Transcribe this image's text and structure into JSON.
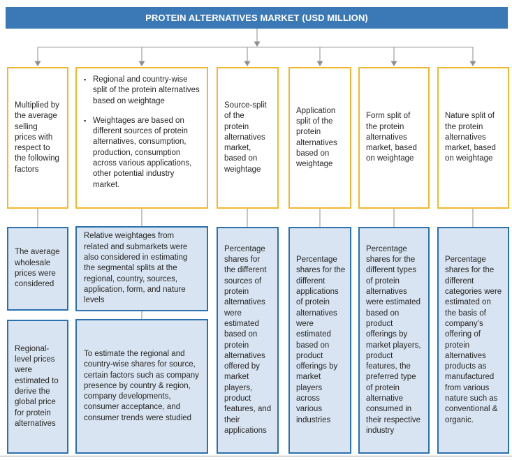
{
  "header": {
    "title": "PROTEIN ALTERNATIVES MARKET (USD MILLION)"
  },
  "bullet_char": "▪",
  "colors": {
    "header_bg": "#3A78B6",
    "header_text": "#FFFFFF",
    "accent_yellow": "#EFB92F",
    "panel_blue_fill": "#D8E4F1",
    "panel_blue_border": "#2B71AD",
    "connector_gray": "#A6A6A6",
    "arrow_gray": "#8F8F8F",
    "bottom_rule": "#C4C4C4",
    "text_dark": "#262626"
  },
  "columns": [
    {
      "top": {
        "text": "Multiplied by the average selling prices with respect to the following factors"
      },
      "middle": {
        "text": "The average wholesale prices were considered"
      },
      "bottom": {
        "text": "Regional-level prices were estimated to derive the global price for protein alternatives"
      }
    },
    {
      "top": {
        "bullets": [
          "Regional and country-wise split of the protein alternatives based on weightage",
          "Weightages are based on different sources of protein alternatives, consumption, production, consumption across various applications, other potential industry market."
        ]
      },
      "middle": {
        "text": "Relative weightages from related and submarkets were also considered in estimating the segmental splits at the regional, country, sources, application, form, and nature levels"
      },
      "bottom": {
        "text": "To estimate the regional and country-wise shares for source, certain factors such as company presence by country & region, company developments, consumer acceptance, and consumer trends were studied"
      }
    },
    {
      "top": {
        "text": "Source-split of the protein alternatives market, based on weightage"
      },
      "tall": {
        "text": "Percentage shares for the different sources of protein alternatives were estimated based on protein alternatives offered by market players, product features, and their applications"
      }
    },
    {
      "top": {
        "text": "Application split of the protein alternatives based on weightage"
      },
      "tall": {
        "text": "Percentage shares for the different applications of protein alternatives were estimated based on product offerings by market players across various industries"
      }
    },
    {
      "top": {
        "text": "Form split of the protein alternatives market, based on weightage"
      },
      "tall": {
        "text": "Percentage shares for the different types of protein alternatives were estimated based on product offerings by market players, product features, the preferred type of protein alternative consumed in their respective industry"
      }
    },
    {
      "top": {
        "text": "Nature split of the protein alternatives market, based on weightage"
      },
      "tall": {
        "text": "Percentage shares for the different categories were estimated on the basis of company’s offering of protein alternatives products as manufactured from various nature such as conventional & organic."
      }
    }
  ]
}
